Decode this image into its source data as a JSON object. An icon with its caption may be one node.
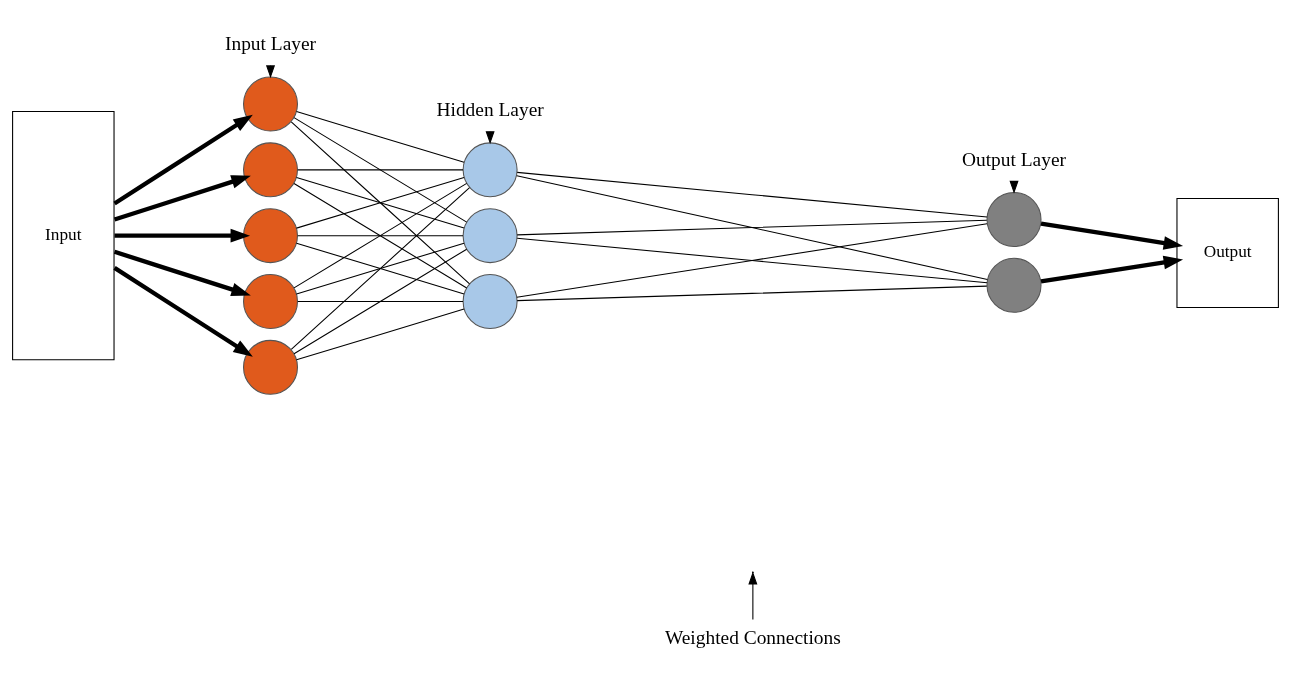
{
  "diagram": {
    "nodes": [
      {
        "text": [
          "Input"
        ]
      },
      {
        "text": [],
        "shape": "circle"
      },
      {
        "text": [],
        "shape": "circle"
      },
      {
        "text": [],
        "shape": "circle"
      },
      {
        "text": [],
        "shape": "circle"
      },
      {
        "text": [],
        "shape": "circle"
      },
      {
        "text": [],
        "shape": "circle"
      },
      {
        "text": [],
        "shape": "circle"
      },
      {
        "text": [],
        "shape": "circle"
      },
      {
        "text": [],
        "shape": "circle"
      },
      {
        "text": [],
        "shape": "circle"
      },
      {
        "text": [
          "Output"
        ]
      },
      {
        "text": [
          "Input Layer"
        ]
      },
      {
        "text": [
          "Hidden Layer"
        ]
      },
      {
        "text": [
          "Output Layer"
        ]
      },
      {
        "text": [
          "Weighted Connections"
        ]
      }
    ],
    "edges": [
      {
        "from": 0,
        "to": 1,
        "arrow": "to",
        "style": "thick"
      },
      {
        "from": 0,
        "to": 2,
        "arrow": "to",
        "style": "thick"
      },
      {
        "from": 0,
        "to": 3,
        "arrow": "to",
        "style": "thick"
      },
      {
        "from": 0,
        "to": 4,
        "arrow": "to",
        "style": "thick"
      },
      {
        "from": 0,
        "to": 5,
        "arrow": "to",
        "style": "thick"
      },
      {
        "from": 1,
        "to": 6,
        "arrow": "none"
      },
      {
        "from": 1,
        "to": 7,
        "arrow": "none"
      },
      {
        "from": 1,
        "to": 8,
        "arrow": "none"
      },
      {
        "from": 2,
        "to": 6,
        "arrow": "none"
      },
      {
        "from": 2,
        "to": 7,
        "arrow": "none"
      },
      {
        "from": 2,
        "to": 8,
        "arrow": "none"
      },
      {
        "from": 3,
        "to": 6,
        "arrow": "none"
      },
      {
        "from": 3,
        "to": 7,
        "arrow": "none"
      },
      {
        "from": 3,
        "to": 8,
        "arrow": "none"
      },
      {
        "from": 4,
        "to": 6,
        "arrow": "none"
      },
      {
        "from": 4,
        "to": 7,
        "arrow": "none"
      },
      {
        "from": 4,
        "to": 8,
        "arrow": "none"
      },
      {
        "from": 5,
        "to": 6,
        "arrow": "none"
      },
      {
        "from": 5,
        "to": 7,
        "arrow": "none"
      },
      {
        "from": 5,
        "to": 8,
        "arrow": "none"
      },
      {
        "from": 6,
        "to": 9,
        "arrow": "none"
      },
      {
        "from": 6,
        "to": 10,
        "arrow": "none"
      },
      {
        "from": 7,
        "to": 9,
        "arrow": "none"
      },
      {
        "from": 7,
        "to": 10,
        "arrow": "none"
      },
      {
        "from": 8,
        "to": 9,
        "arrow": "none"
      },
      {
        "from": 8,
        "to": 10,
        "arrow": "none"
      },
      {
        "from": 9,
        "to": 11,
        "arrow": "to",
        "style": "thick"
      },
      {
        "from": 10,
        "to": 11,
        "arrow": "to",
        "style": "thick"
      },
      {
        "from": 12,
        "to": 1,
        "arrow": "to"
      },
      {
        "from": 13,
        "to": 6,
        "arrow": "to"
      },
      {
        "from": 14,
        "to": 9,
        "arrow": "to"
      },
      {
        "from": 15,
        "to": null,
        "arrow": "to"
      }
    ]
  }
}
